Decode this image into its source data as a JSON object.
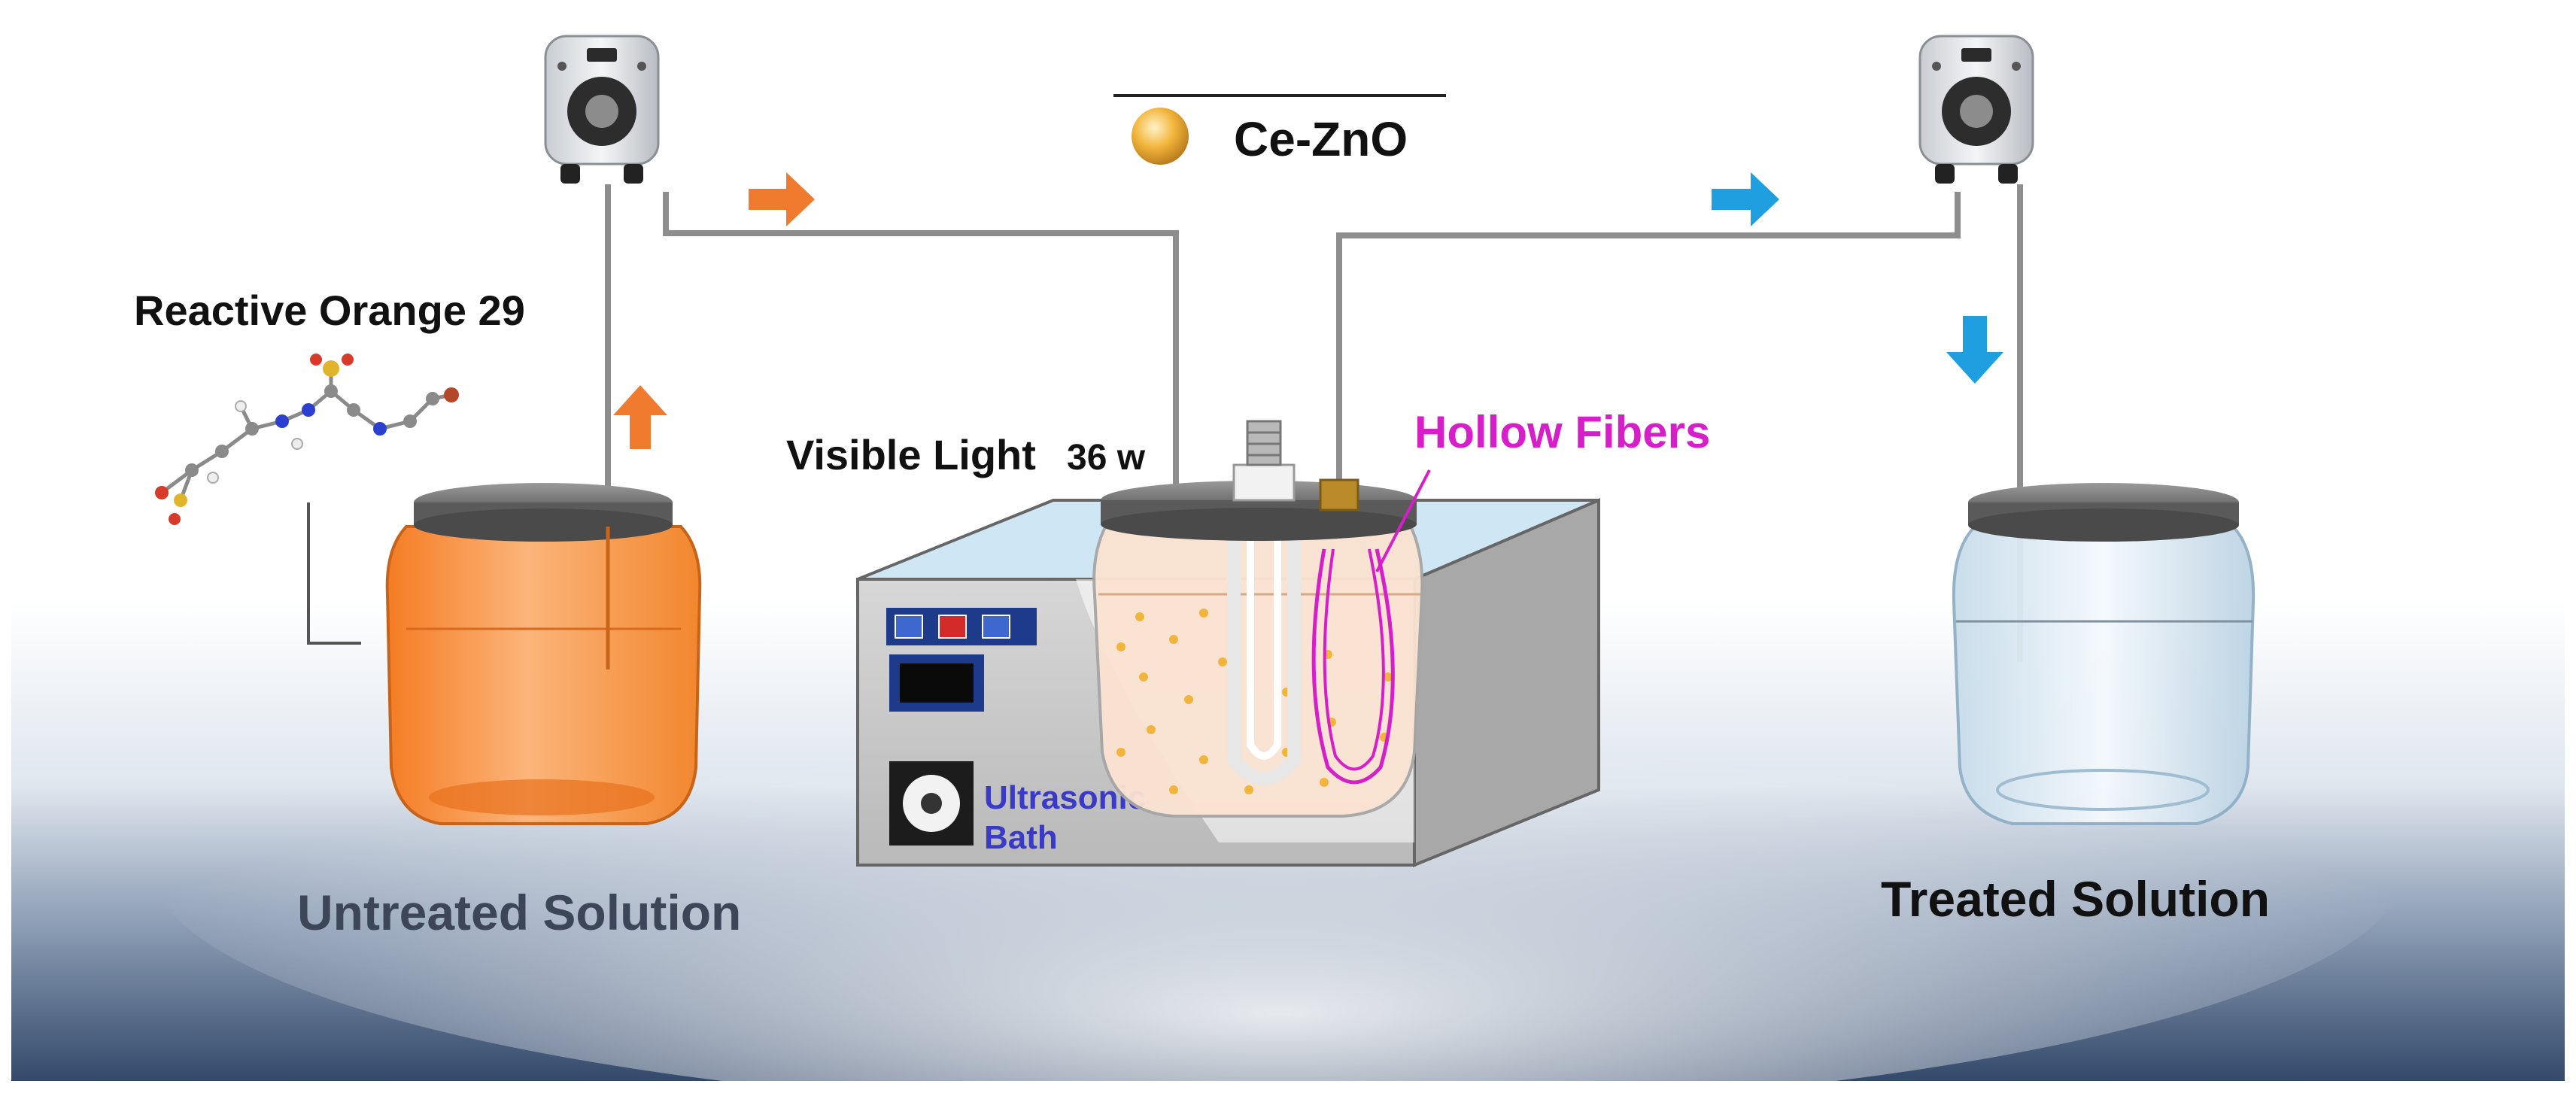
{
  "labels": {
    "legend": "Ce-ZnO",
    "dye": "Reactive Orange 29",
    "light": "Visible Light",
    "power": "36 w",
    "fibers": "Hollow Fibers",
    "bath_line1": "Ultrasonic",
    "bath_line2": "Bath",
    "untreated": "Untreated Solution",
    "treated": "Treated Solution"
  },
  "colors": {
    "orange_arrow": "#f07a2e",
    "blue_arrow": "#1f9ee0",
    "fiber_magenta": "#d61fc8",
    "bath_text": "#3a3ac8",
    "untreated_text": "#3c4658",
    "orange_liquid": "#f7953d",
    "particle": "#f2b53b"
  },
  "icons": {
    "pump_left": "peristaltic-pump-icon",
    "pump_right": "peristaltic-pump-icon",
    "molecule": "molecule-ball-stick-icon",
    "lamp": "light-bulb-icon",
    "particle": "sphere-icon"
  }
}
